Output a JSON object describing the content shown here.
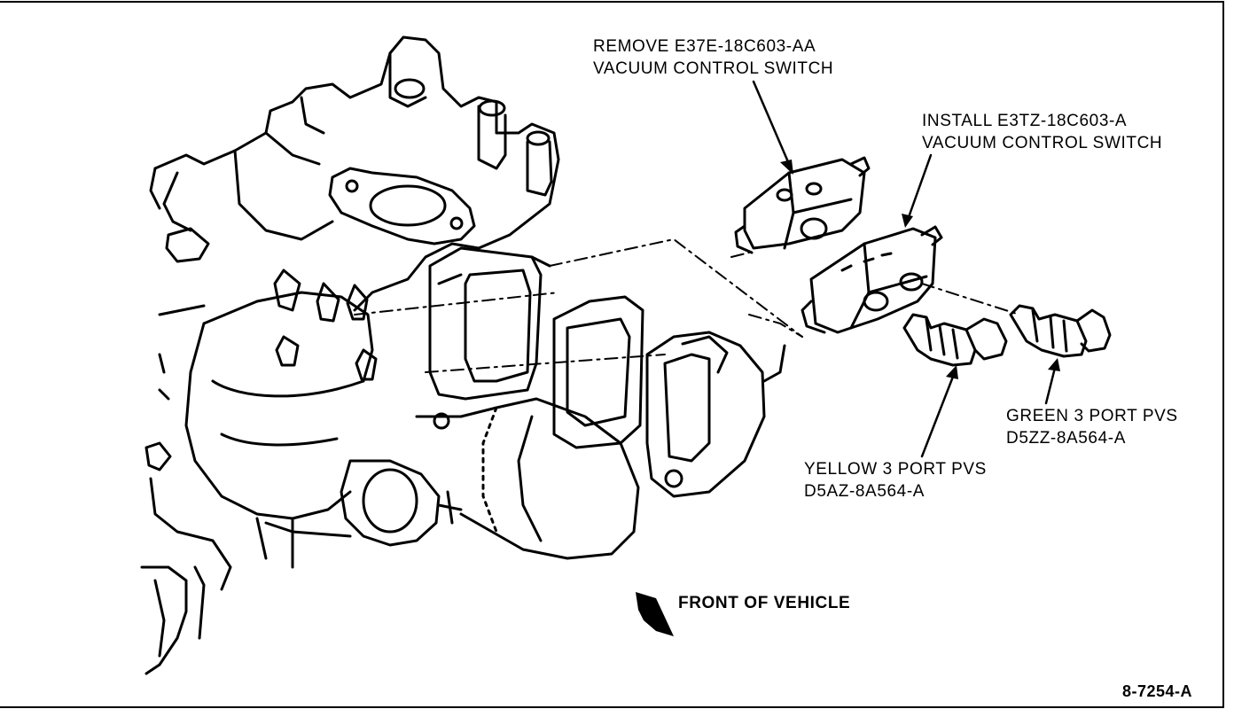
{
  "labels": {
    "remove": {
      "line1": "REMOVE E37E-18C603-AA",
      "line2": "VACUUM CONTROL SWITCH"
    },
    "install": {
      "line1": "INSTALL E3TZ-18C603-A",
      "line2": "VACUUM CONTROL SWITCH"
    },
    "green_pvs": {
      "line1": "GREEN  3 PORT PVS",
      "line2": "D5ZZ-8A564-A"
    },
    "yellow_pvs": {
      "line1": "YELLOW 3 PORT PVS",
      "line2": "D5AZ-8A564-A"
    },
    "front": "FRONT OF VEHICLE",
    "figure_number": "8-7254-A"
  },
  "colors": {
    "ink": "#000000",
    "paper": "#ffffff"
  }
}
